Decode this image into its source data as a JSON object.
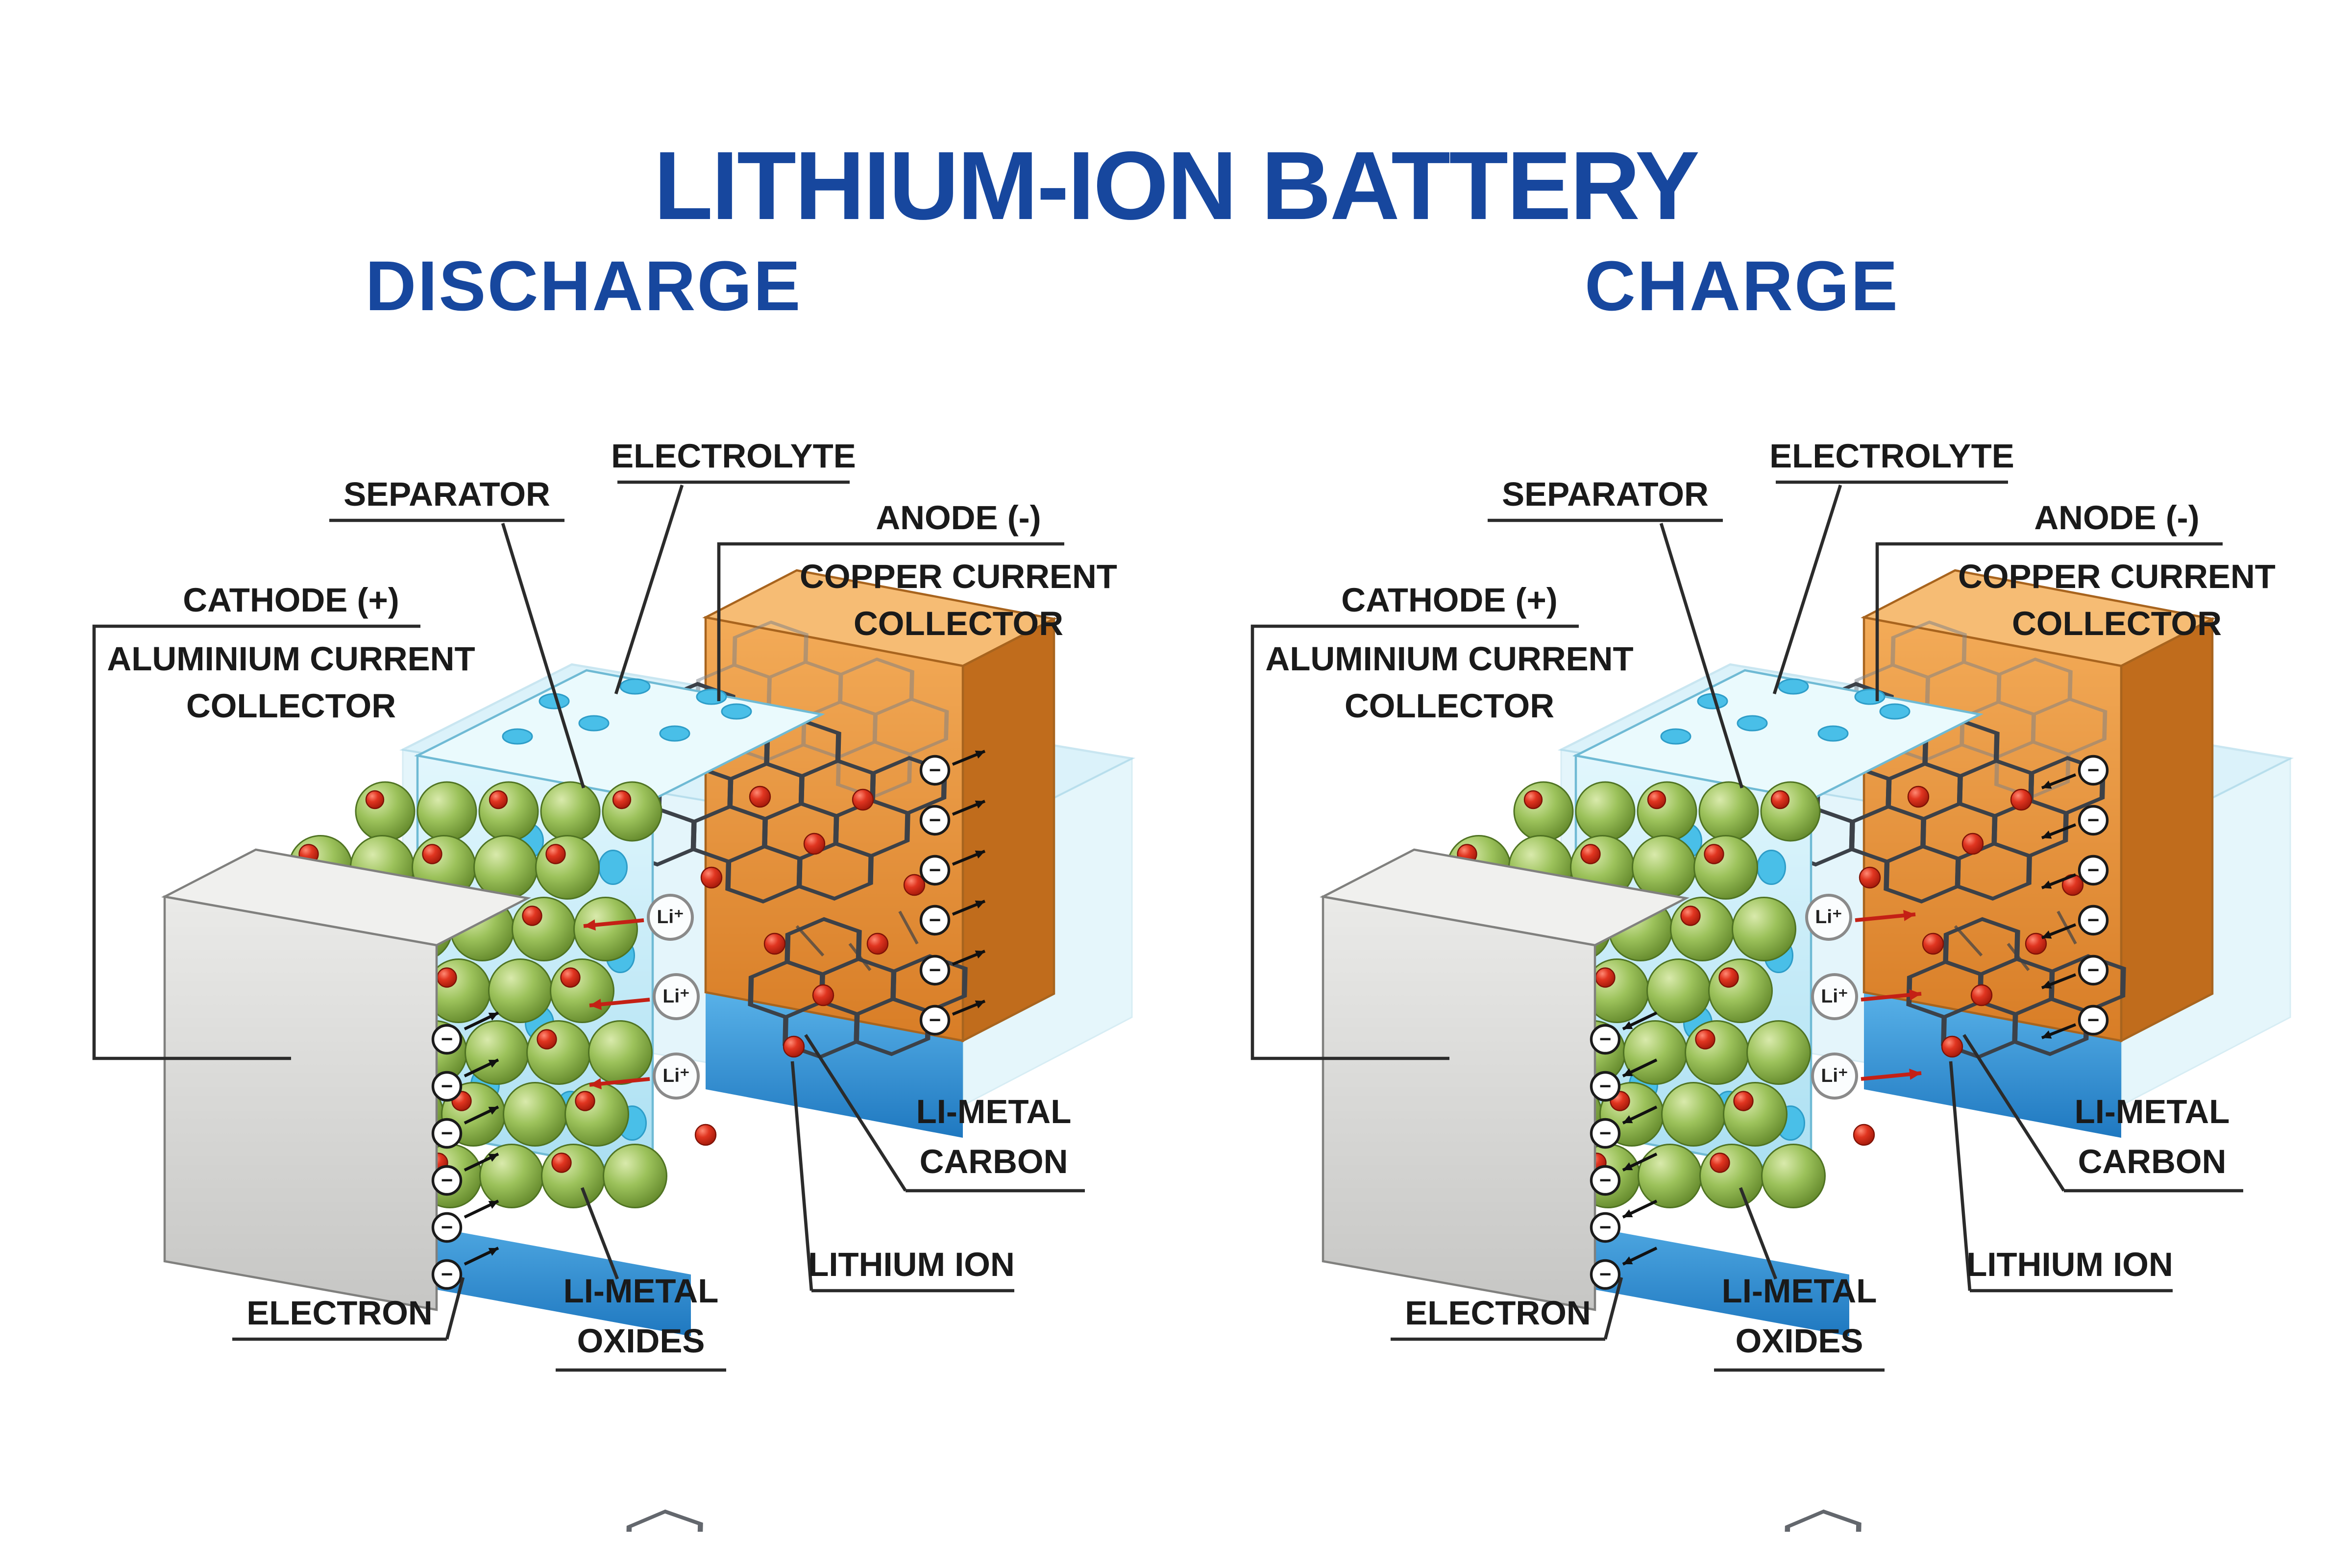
{
  "title": "LITHIUM-ION BATTERY",
  "colors": {
    "heading_blue": "#17479e",
    "copper_orange": "#e8963f",
    "aluminium_gray": "#d9d9d7",
    "separator_blue": "#bfe9f7",
    "electrolyte_blue": "#2e8fd0",
    "oxide_green": "#8ab544",
    "lithium_red": "#d21f0e",
    "carbon_dark": "#3c4148",
    "label_dark": "#1a1a1a"
  },
  "symbols": {
    "lithium_ion": "Li⁺",
    "electron": "−"
  },
  "panels": [
    {
      "heading": "DISCHARGE",
      "mode": "discharge",
      "labels": {
        "electrolyte": "ELECTROLYTE",
        "separator": "SEPARATOR",
        "anode": "ANODE (-)",
        "copper_line1": "COPPER CURRENT",
        "copper_line2": "COLLECTOR",
        "cathode": "CATHODE (+)",
        "aluminium_line1": "ALUMINIUM CURRENT",
        "aluminium_line2": "COLLECTOR",
        "limetal_carbon_line1": "LI-METAL",
        "limetal_carbon_line2": "CARBON",
        "lithium_ion": "LITHIUM ION",
        "electron": "ELECTRON",
        "limetal_oxides_line1": "LI-METAL",
        "limetal_oxides_line2": "OXIDES"
      }
    },
    {
      "heading": "CHARGE",
      "mode": "charge",
      "labels": {
        "electrolyte": "ELECTROLYTE",
        "separator": "SEPARATOR",
        "anode": "ANODE (-)",
        "copper_line1": "COPPER CURRENT",
        "copper_line2": "COLLECTOR",
        "cathode": "CATHODE (+)",
        "aluminium_line1": "ALUMINIUM CURRENT",
        "aluminium_line2": "COLLECTOR",
        "limetal_carbon_line1": "LI-METAL",
        "limetal_carbon_line2": "CARBON",
        "lithium_ion": "LITHIUM ION",
        "electron": "ELECTRON",
        "limetal_oxides_line1": "LI-METAL",
        "limetal_oxides_line2": "OXIDES"
      }
    }
  ]
}
